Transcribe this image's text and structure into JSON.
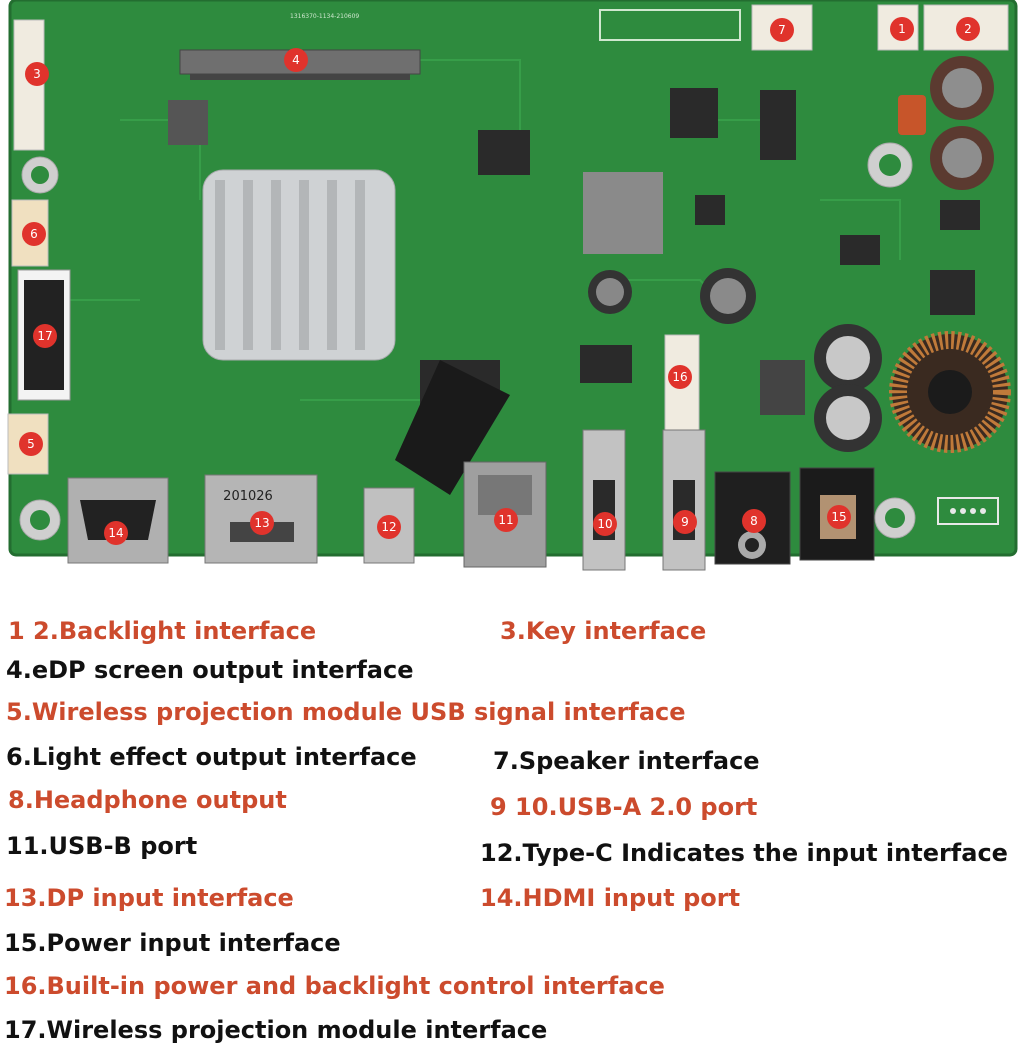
{
  "board": {
    "pcb_color": "#2e8b3e",
    "marker_color": "#e0332c",
    "silkscreen_text": "1316370-1134-210609",
    "dp_port_label": "201026",
    "markers": [
      "1",
      "2",
      "3",
      "4",
      "5",
      "6",
      "7",
      "8",
      "9",
      "10",
      "11",
      "12",
      "13",
      "14",
      "15",
      "16",
      "17"
    ]
  },
  "legend": {
    "red_color": "#cc4b2d",
    "black_color": "#111111",
    "items": [
      {
        "text": "1 2.Backlight interface",
        "color": "red"
      },
      {
        "text": "3.Key interface",
        "color": "red"
      },
      {
        "text": "4.eDP screen output interface",
        "color": "black"
      },
      {
        "text": "5.Wireless projection module USB signal interface",
        "color": "red"
      },
      {
        "text": "6.Light effect output interface",
        "color": "black"
      },
      {
        "text": "7.Speaker interface",
        "color": "black"
      },
      {
        "text": "8.Headphone output",
        "color": "red"
      },
      {
        "text": "9 10.USB-A 2.0 port",
        "color": "red"
      },
      {
        "text": "11.USB-B port",
        "color": "black"
      },
      {
        "text": "12.Type-C Indicates the input interface",
        "color": "black"
      },
      {
        "text": "13.DP input interface",
        "color": "red"
      },
      {
        "text": "14.HDMI input port",
        "color": "red"
      },
      {
        "text": "15.Power input interface",
        "color": "black"
      },
      {
        "text": "16.Built-in power and backlight control interface",
        "color": "red"
      },
      {
        "text": "17.Wireless projection module interface",
        "color": "black"
      }
    ]
  }
}
